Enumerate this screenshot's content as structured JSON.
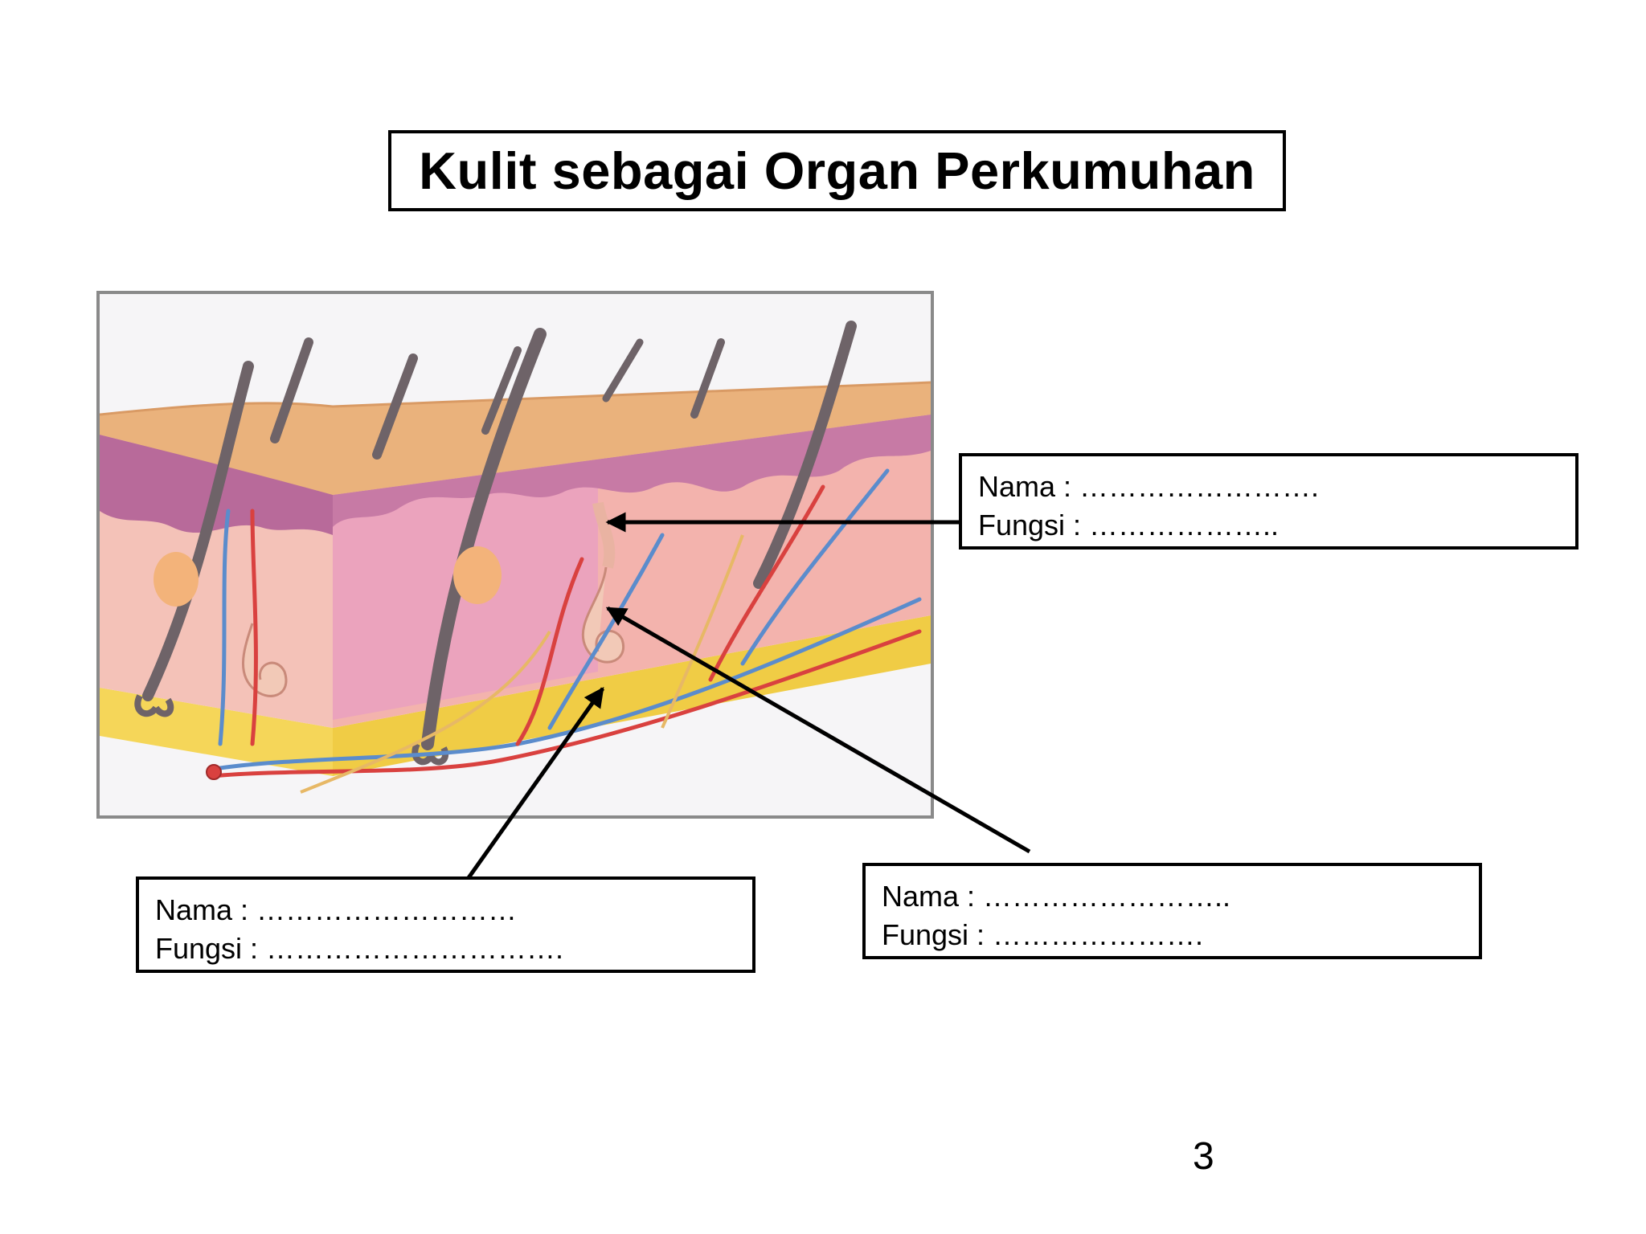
{
  "title": "Kulit sebagai Organ Perkumuhan",
  "labels": [
    {
      "nama": "Nama : …………………….",
      "fungsi": "Fungsi : ……………….."
    },
    {
      "nama": "Nama : ………………………",
      "fungsi": "Fungsi : …………………………."
    },
    {
      "nama": "Nama : ……………………..",
      "fungsi": "Fungsi : …………………."
    }
  ],
  "page_number": "3",
  "colors": {
    "epidermis": "#e8a877",
    "dermis": "#f2b8b3",
    "dermis_cut": "#e27fb0",
    "fat": "#f5d659",
    "hair": "#6e6368",
    "artery": "#d9413f",
    "vein": "#5b8ccc",
    "nerve": "#e7b866"
  }
}
